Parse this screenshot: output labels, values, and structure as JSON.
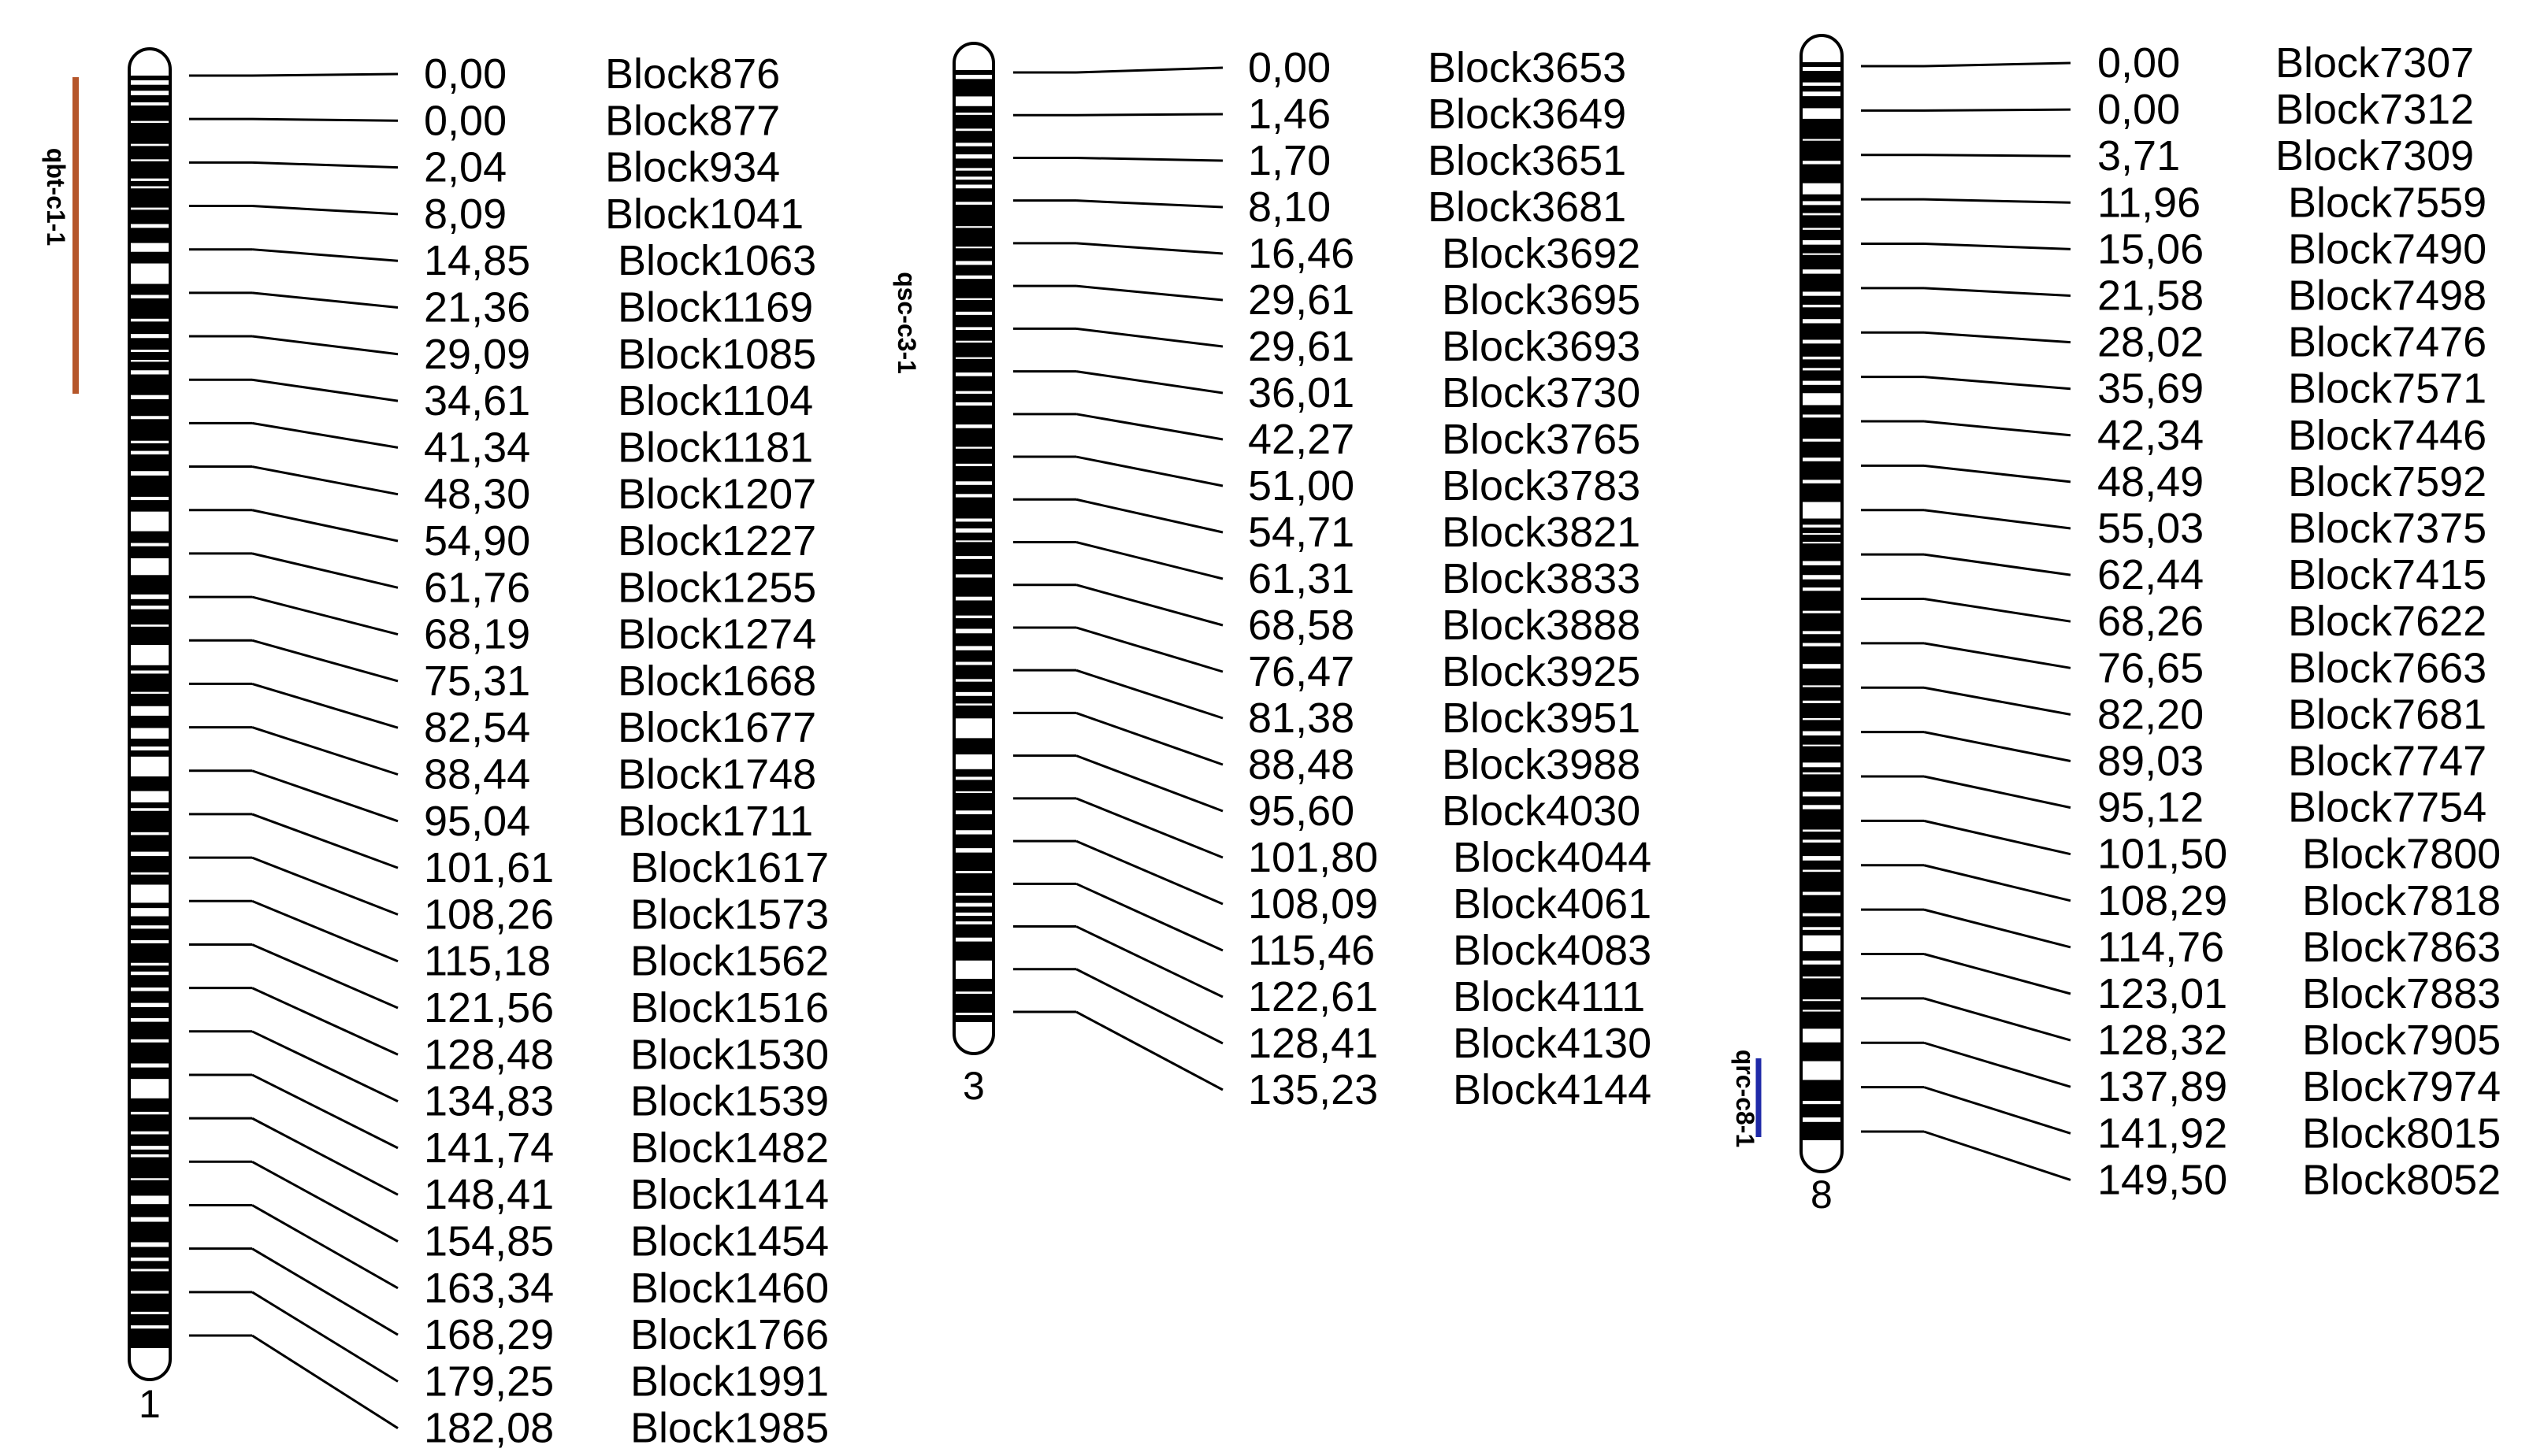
{
  "linkage_groups": [
    {
      "id": "1",
      "name": "1",
      "qtl": {
        "label": "qbt-c1-1",
        "color": "#b5562a"
      },
      "markers": [
        {
          "pos": "0,00",
          "name": "Block876"
        },
        {
          "pos": "0,00",
          "name": "Block877"
        },
        {
          "pos": "2,04",
          "name": "Block934"
        },
        {
          "pos": "8,09",
          "name": "Block1041"
        },
        {
          "pos": "14,85",
          "name": "Block1063"
        },
        {
          "pos": "21,36",
          "name": "Block1169"
        },
        {
          "pos": "29,09",
          "name": "Block1085"
        },
        {
          "pos": "34,61",
          "name": "Block1104"
        },
        {
          "pos": "41,34",
          "name": "Block1181"
        },
        {
          "pos": "48,30",
          "name": "Block1207"
        },
        {
          "pos": "54,90",
          "name": "Block1227"
        },
        {
          "pos": "61,76",
          "name": "Block1255"
        },
        {
          "pos": "68,19",
          "name": "Block1274"
        },
        {
          "pos": "75,31",
          "name": "Block1668"
        },
        {
          "pos": "82,54",
          "name": "Block1677"
        },
        {
          "pos": "88,44",
          "name": "Block1748"
        },
        {
          "pos": "95,04",
          "name": "Block1711"
        },
        {
          "pos": "101,61",
          "name": "Block1617"
        },
        {
          "pos": "108,26",
          "name": "Block1573"
        },
        {
          "pos": "115,18",
          "name": "Block1562"
        },
        {
          "pos": "121,56",
          "name": "Block1516"
        },
        {
          "pos": "128,48",
          "name": "Block1530"
        },
        {
          "pos": "134,83",
          "name": "Block1539"
        },
        {
          "pos": "141,74",
          "name": "Block1482"
        },
        {
          "pos": "148,41",
          "name": "Block1414"
        },
        {
          "pos": "154,85",
          "name": "Block1454"
        },
        {
          "pos": "163,34",
          "name": "Block1460"
        },
        {
          "pos": "168,29",
          "name": "Block1766"
        },
        {
          "pos": "179,25",
          "name": "Block1991"
        },
        {
          "pos": "182,08",
          "name": "Block1985"
        }
      ]
    },
    {
      "id": "3",
      "name": "3",
      "qtl": {
        "label": "qsc-c3-1",
        "color": "#000000"
      },
      "markers": [
        {
          "pos": "0,00",
          "name": "Block3653"
        },
        {
          "pos": "1,46",
          "name": "Block3649"
        },
        {
          "pos": "1,70",
          "name": "Block3651"
        },
        {
          "pos": "8,10",
          "name": "Block3681"
        },
        {
          "pos": "16,46",
          "name": "Block3692"
        },
        {
          "pos": "29,61",
          "name": "Block3695"
        },
        {
          "pos": "29,61",
          "name": "Block3693"
        },
        {
          "pos": "36,01",
          "name": "Block3730"
        },
        {
          "pos": "42,27",
          "name": "Block3765"
        },
        {
          "pos": "51,00",
          "name": "Block3783"
        },
        {
          "pos": "54,71",
          "name": "Block3821"
        },
        {
          "pos": "61,31",
          "name": "Block3833"
        },
        {
          "pos": "68,58",
          "name": "Block3888"
        },
        {
          "pos": "76,47",
          "name": "Block3925"
        },
        {
          "pos": "81,38",
          "name": "Block3951"
        },
        {
          "pos": "88,48",
          "name": "Block3988"
        },
        {
          "pos": "95,60",
          "name": "Block4030"
        },
        {
          "pos": "101,80",
          "name": "Block4044"
        },
        {
          "pos": "108,09",
          "name": "Block4061"
        },
        {
          "pos": "115,46",
          "name": "Block4083"
        },
        {
          "pos": "122,61",
          "name": "Block4111"
        },
        {
          "pos": "128,41",
          "name": "Block4130"
        },
        {
          "pos": "135,23",
          "name": "Block4144"
        }
      ]
    },
    {
      "id": "8",
      "name": "8",
      "qtl": {
        "label": "qrc-c8-1",
        "color": "#1f2aa8"
      },
      "markers": [
        {
          "pos": "0,00",
          "name": "Block7307"
        },
        {
          "pos": "0,00",
          "name": "Block7312"
        },
        {
          "pos": "3,71",
          "name": "Block7309"
        },
        {
          "pos": "11,96",
          "name": "Block7559"
        },
        {
          "pos": "15,06",
          "name": "Block7490"
        },
        {
          "pos": "21,58",
          "name": "Block7498"
        },
        {
          "pos": "28,02",
          "name": "Block7476"
        },
        {
          "pos": "35,69",
          "name": "Block7571"
        },
        {
          "pos": "42,34",
          "name": "Block7446"
        },
        {
          "pos": "48,49",
          "name": "Block7592"
        },
        {
          "pos": "55,03",
          "name": "Block7375"
        },
        {
          "pos": "62,44",
          "name": "Block7415"
        },
        {
          "pos": "68,26",
          "name": "Block7622"
        },
        {
          "pos": "76,65",
          "name": "Block7663"
        },
        {
          "pos": "82,20",
          "name": "Block7681"
        },
        {
          "pos": "89,03",
          "name": "Block7747"
        },
        {
          "pos": "95,12",
          "name": "Block7754"
        },
        {
          "pos": "101,50",
          "name": "Block7800"
        },
        {
          "pos": "108,29",
          "name": "Block7818"
        },
        {
          "pos": "114,76",
          "name": "Block7863"
        },
        {
          "pos": "123,01",
          "name": "Block7883"
        },
        {
          "pos": "128,32",
          "name": "Block7905"
        },
        {
          "pos": "137,89",
          "name": "Block7974"
        },
        {
          "pos": "141,92",
          "name": "Block8015"
        },
        {
          "pos": "149,50",
          "name": "Block8052"
        }
      ]
    }
  ]
}
